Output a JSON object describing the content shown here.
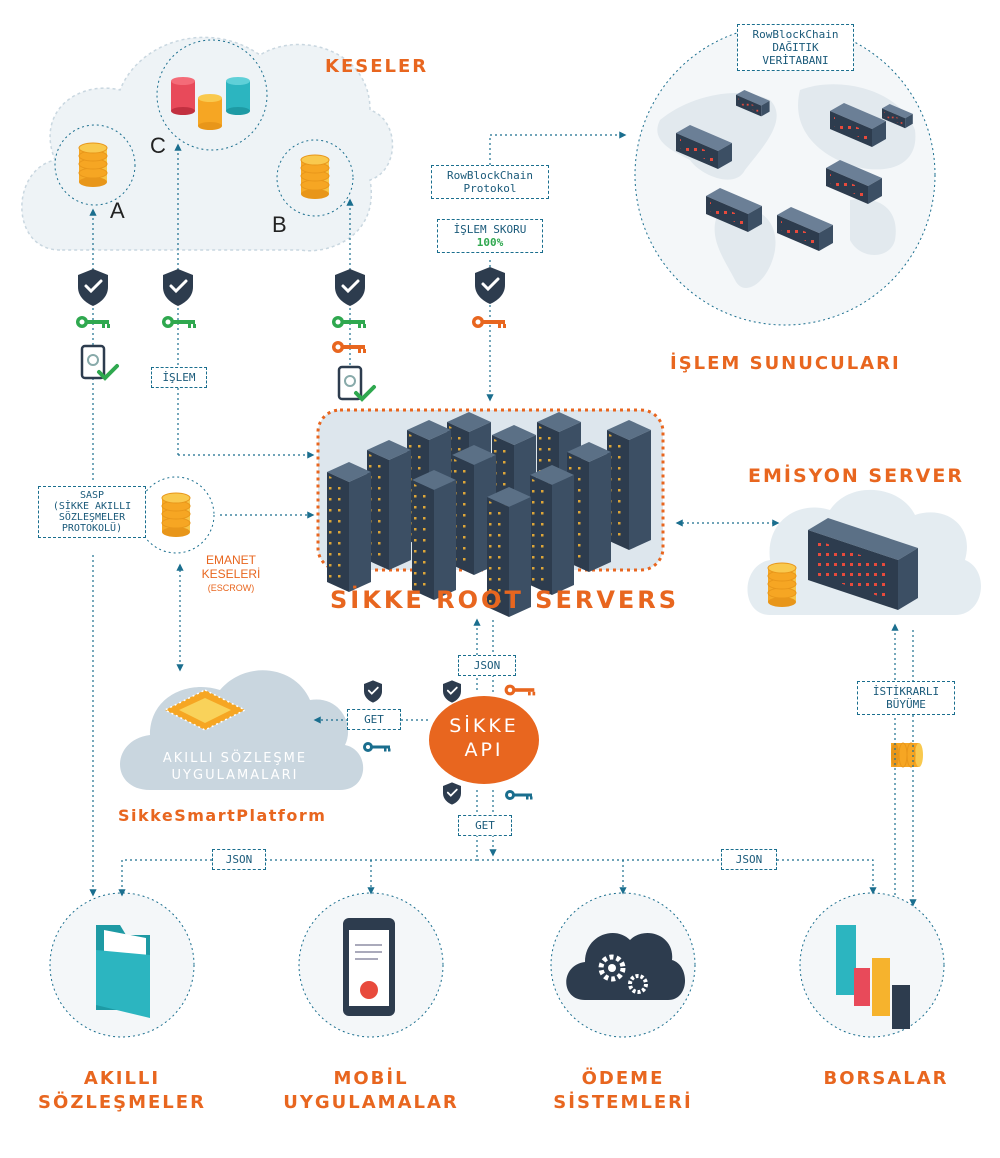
{
  "wallets": {
    "title": "KESELER",
    "letters": {
      "a": "A",
      "b": "B",
      "c": "C"
    }
  },
  "network": {
    "tag_line1": "RowBlockChain",
    "tag_line2": "DAĞITIK",
    "tag_line3": "VERİTABANI",
    "title": "İŞLEM SUNUCULARI"
  },
  "protocol": {
    "line1": "RowBlockChain",
    "line2": "Protokol"
  },
  "score": {
    "label": "İŞLEM SKORU",
    "value": "100%"
  },
  "transaction_tag": "İŞLEM",
  "sasp": {
    "line1": "SASP",
    "line2": "(SİKKE AKILLI",
    "line3": "SÖZLEŞMELER",
    "line4": "PROTOKOLÜ)"
  },
  "escrow": {
    "line1": "EMANET",
    "line2": "KESELERİ",
    "line3": "(ESCROW)"
  },
  "root_servers": {
    "title": "SİKKE ROOT SERVERS"
  },
  "emission": {
    "title": "EMİSYON SERVER"
  },
  "growth": {
    "line1": "İSTİKRARLI",
    "line2": "BÜYÜME"
  },
  "api": {
    "line1": "SİKKE",
    "line2": "API",
    "json_tag": "JSON",
    "get_tag_left": "GET",
    "get_tag_bottom": "GET"
  },
  "smart_apps": {
    "line1": "AKILLI SÖZLEŞME",
    "line2": "UYGULAMALARI",
    "platform": "SikkeSmartPlatform"
  },
  "bottom_tags": {
    "json_left": "JSON",
    "json_right": "JSON"
  },
  "endpoints": [
    {
      "line1": "AKILLI",
      "line2": "SÖZLEŞMELER"
    },
    {
      "line1": "MOBİL",
      "line2": "UYGULAMALAR"
    },
    {
      "line1": "ÖDEME",
      "line2": "SİSTEMLERİ"
    },
    {
      "line1": "BORSALAR",
      "line2": ""
    }
  ],
  "colors": {
    "accent": "#e8661f",
    "line": "#1a6e8e",
    "dark": "#2d3c4e",
    "green": "#2fa84f",
    "teal": "#2cb5c0"
  }
}
